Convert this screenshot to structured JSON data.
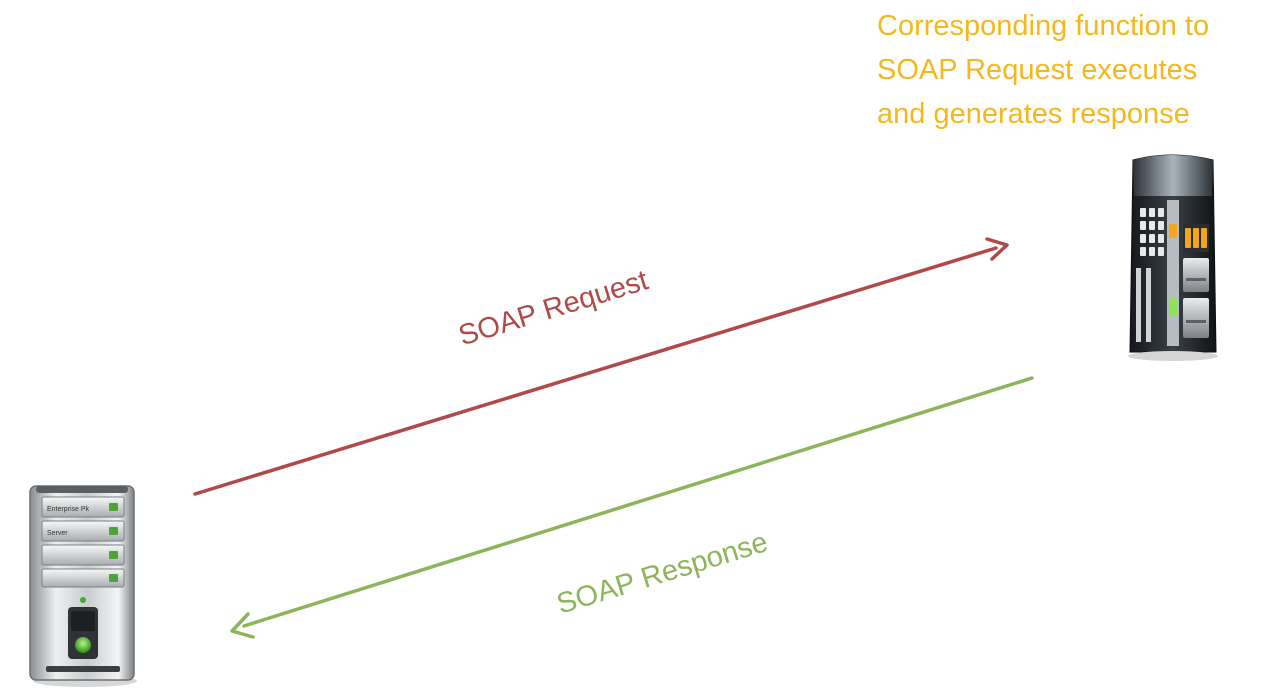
{
  "caption": "Corresponding function to\nSOAP Request executes\nand generates response",
  "request_label": "SOAP Request",
  "response_label": "SOAP Response",
  "client_server": {
    "slot_1_label": "Enterprise Pk",
    "slot_2_label": "Server"
  },
  "colors": {
    "caption": "#f5b81c",
    "request": "#b04a48",
    "response": "#8db45a"
  },
  "icons": {
    "client": "tower-server-icon",
    "server": "rack-server-icon"
  }
}
